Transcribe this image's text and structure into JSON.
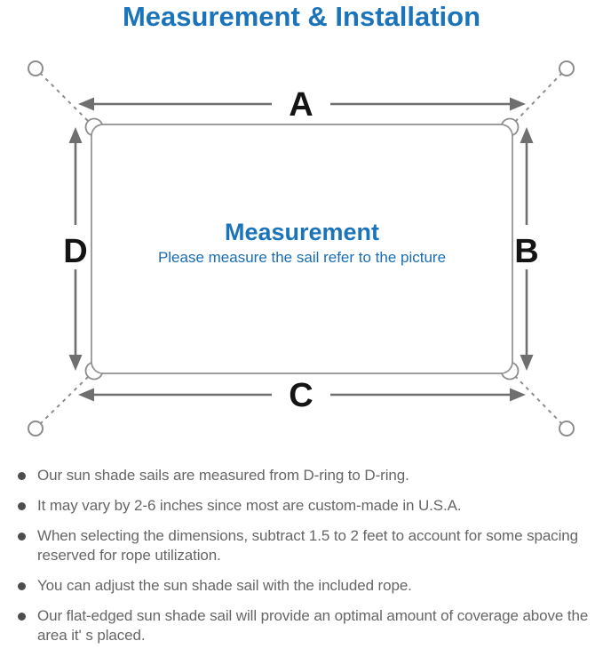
{
  "title": "Measurement & Installation",
  "diagram": {
    "edge_labels": {
      "top": "A",
      "right": "B",
      "bottom": "C",
      "left": "D"
    },
    "center": {
      "title": "Measurement",
      "subtitle": "Please measure the sail refer to the picture"
    }
  },
  "notes": [
    "Our sun shade sails are measured from D-ring to D-ring.",
    "It may vary by 2-6 inches since most are custom-made in U.S.A.",
    "When selecting the dimensions, subtract 1.5 to 2 feet to account for some spacing reserved for rope utilization.",
    "You can adjust the sun shade sail with the included rope.",
    "Our flat-edged sun shade sail will provide an optimal amount of coverage above the area it' s placed."
  ],
  "colors": {
    "accent_blue": "#1b74ba",
    "subtitle_blue": "#1a6db4",
    "line_gray": "#8d8d8d",
    "arrow_gray": "#6f6f6f",
    "label_black": "#141414",
    "note_gray": "#666666"
  }
}
